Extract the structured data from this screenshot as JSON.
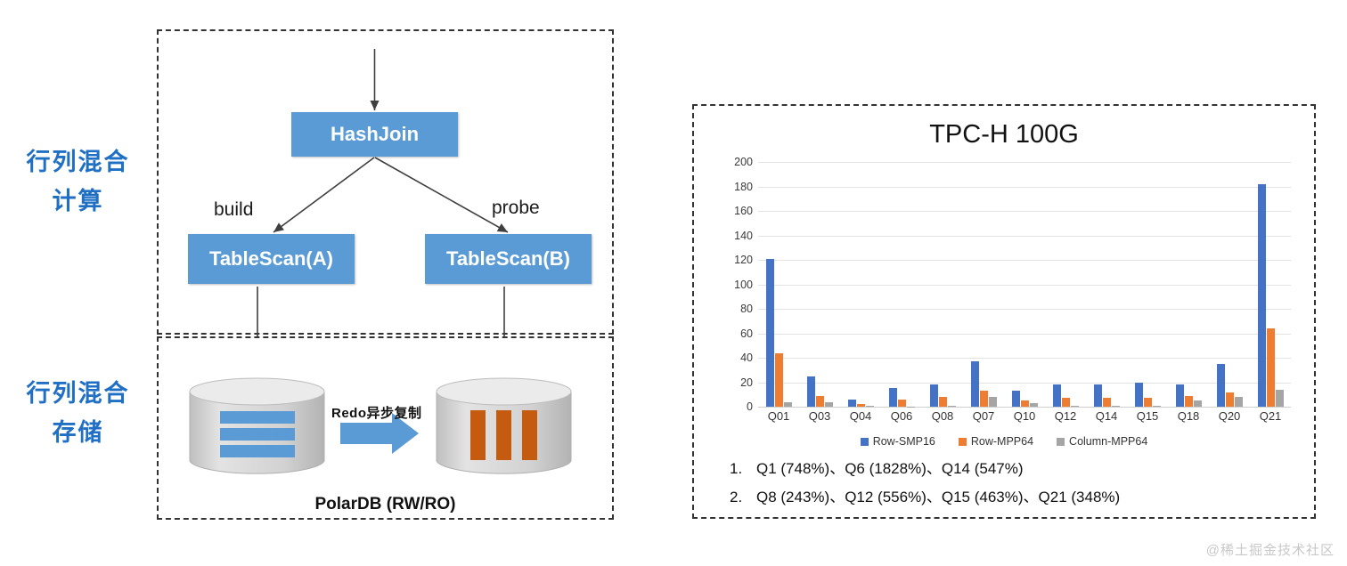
{
  "left": {
    "compute_label_line1": "行列混合",
    "compute_label_line2": "计算",
    "storage_label_line1": "行列混合",
    "storage_label_line2": "存储",
    "nodes": {
      "hashjoin": "HashJoin",
      "tablescan_a": "TableScan(A)",
      "tablescan_b": "TableScan(B)"
    },
    "edges": {
      "build": "build",
      "probe": "probe"
    },
    "redo_label": "Redo异步复制",
    "polardb_label": "PolarDB (RW/RO)",
    "colors": {
      "node": "#5b9bd5",
      "label": "#1f6fc4",
      "row_stripe": "#5b9bd5",
      "col_stripe": "#c55a11"
    }
  },
  "chart_data": {
    "type": "bar",
    "title": "TPC-H 100G",
    "xlabel": "",
    "ylabel": "",
    "ylim": [
      0,
      200
    ],
    "yticks": [
      0,
      20,
      40,
      60,
      80,
      100,
      120,
      140,
      160,
      180,
      200
    ],
    "grid": true,
    "legend_position": "bottom",
    "categories": [
      "Q01",
      "Q03",
      "Q04",
      "Q06",
      "Q08",
      "Q07",
      "Q10",
      "Q12",
      "Q14",
      "Q15",
      "Q18",
      "Q20",
      "Q21"
    ],
    "series": [
      {
        "name": "Row-SMP16",
        "color": "#4472c4",
        "values": [
          121,
          25,
          5.5,
          15,
          18,
          37,
          13,
          18,
          18,
          20,
          18,
          35,
          182
        ]
      },
      {
        "name": "Row-MPP64",
        "color": "#ed7d31",
        "values": [
          44,
          9,
          2,
          6,
          8,
          13,
          5,
          7,
          7,
          7,
          9,
          12,
          64
        ]
      },
      {
        "name": "Column-MPP64",
        "color": "#a5a5a5",
        "values": [
          4,
          4,
          0.5,
          0.3,
          1,
          8,
          3,
          0.5,
          0.5,
          1,
          5,
          8,
          14
        ]
      }
    ]
  },
  "notes": [
    {
      "num": "1.",
      "text": "Q1 (748%)、Q6 (1828%)、Q14 (547%)"
    },
    {
      "num": "2.",
      "text": "Q8 (243%)、Q12 (556%)、Q15 (463%)、Q21 (348%)"
    }
  ],
  "watermark": "@稀土掘金技术社区"
}
